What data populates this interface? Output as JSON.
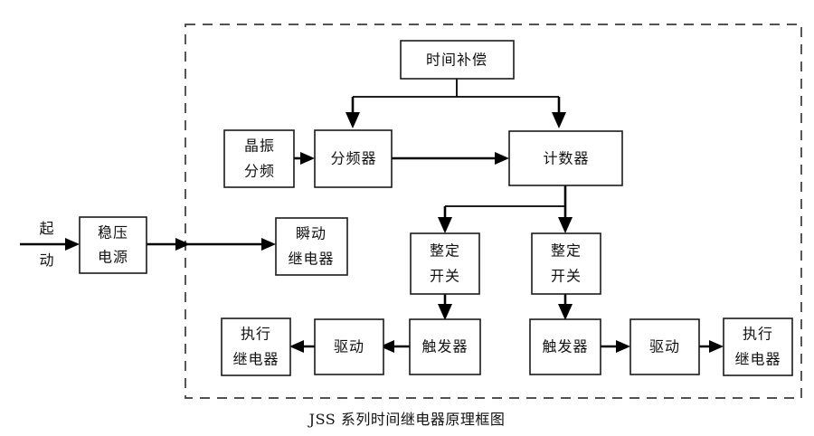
{
  "diagram": {
    "caption": "JSS 系列时间继电器原理框图",
    "frame": {
      "label": "dashed-enclosure"
    },
    "colors": {
      "box_stroke": "#1a1a1a",
      "wire": "#000000",
      "frame_stroke": "#3a3a3a",
      "background": "#ffffff",
      "text": "#111111"
    },
    "external_labels": [
      {
        "id": "start",
        "line1": "起",
        "line2": "动"
      }
    ],
    "boxes": [
      {
        "id": "regulated-power-supply",
        "line1": "稳压",
        "line2": "电源"
      },
      {
        "id": "instantaneous-relay",
        "line1": "瞬动",
        "line2": "继电器"
      },
      {
        "id": "time-compensation",
        "line1": "时间补偿",
        "line2": ""
      },
      {
        "id": "crystal-divider",
        "line1": "晶振",
        "line2": "分频"
      },
      {
        "id": "frequency-divider",
        "line1": "分频器",
        "line2": ""
      },
      {
        "id": "counter",
        "line1": "计数器",
        "line2": ""
      },
      {
        "id": "setting-switch-left",
        "line1": "整定",
        "line2": "开关"
      },
      {
        "id": "setting-switch-right",
        "line1": "整定",
        "line2": "开关"
      },
      {
        "id": "trigger-left",
        "line1": "触发器",
        "line2": ""
      },
      {
        "id": "trigger-right",
        "line1": "触发器",
        "line2": ""
      },
      {
        "id": "drive-left",
        "line1": "驱动",
        "line2": ""
      },
      {
        "id": "drive-right",
        "line1": "驱动",
        "line2": ""
      },
      {
        "id": "execution-relay-left",
        "line1": "执行",
        "line2": "继电器"
      },
      {
        "id": "execution-relay-right",
        "line1": "执行",
        "line2": "继电器"
      }
    ]
  }
}
